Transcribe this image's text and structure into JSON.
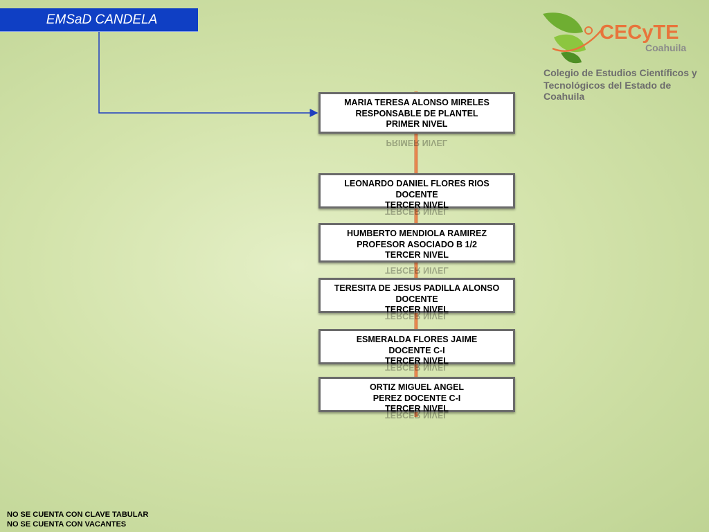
{
  "header": {
    "title": "EMSaD CANDELA"
  },
  "logo": {
    "brand": "CECyTE",
    "region": "Coahuila",
    "line1": "Colegio de Estudios Científicos y",
    "line2": "Tecnológicos del Estado de Coahuila"
  },
  "chart_data": {
    "type": "org-chart",
    "nodes": [
      {
        "name": "MARIA TERESA  ALONSO MIRELES",
        "role": "RESPONSABLE DE PLANTEL",
        "level": "PRIMER NIVEL"
      },
      {
        "name": "LEONARDO DANIEL FLORES RIOS",
        "role": "DOCENTE",
        "level": "TERCER NIVEL"
      },
      {
        "name": "HUMBERTO MENDIOLA RAMIREZ",
        "role": "PROFESOR ASOCIADO B 1/2",
        "level": "TERCER NIVEL"
      },
      {
        "name": "TERESITA DE JESUS PADILLA ALONSO",
        "role": "DOCENTE",
        "level": "TERCER NIVEL"
      },
      {
        "name": "ESMERALDA FLORES JAIME",
        "role": "DOCENTE C-I",
        "level": "TERCER NIVEL"
      },
      {
        "name": "ORTIZ MIGUEL ANGEL",
        "role": "PEREZ DOCENTE C-I",
        "level": "TERCER NIVEL"
      }
    ]
  },
  "footer": {
    "line1": "NO SE CUENTA CON CLAVE TABULAR",
    "line2": "NO SE CUENTA CON VACANTES"
  },
  "colors": {
    "header_bg": "#0f3fc4",
    "connector": "#1f3fbf",
    "spine": "#e8743b",
    "brand_orange": "#e8743b",
    "brand_green": "#6fae32"
  }
}
